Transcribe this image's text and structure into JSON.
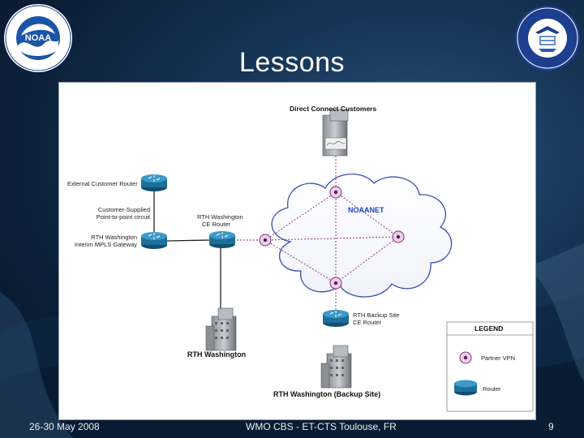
{
  "slide": {
    "title": "Lessons",
    "footer": {
      "date": "26-30 May 2008",
      "event": "WMO CBS - ET-CTS Toulouse, FR",
      "page": "9"
    },
    "logos": {
      "noaa": {
        "icon": "noaa-logo",
        "text": "NOAA"
      },
      "commerce": {
        "icon": "department-of-commerce-seal"
      }
    }
  },
  "diagram": {
    "labels": {
      "direct_connect": "Direct Connect Customers",
      "external_router": "External Customer Router",
      "customer_supplied_1": "Customer-Supplied",
      "customer_supplied_2": "Point-to-point circuit",
      "rth_ce_1": "RTH Washington",
      "rth_ce_2": "CE Router",
      "interim_1": "RTH Washington",
      "interim_2": "Interim MPLS Gateway",
      "noaanet": "NOAANET",
      "backup_ce_1": "RTH Backup Site",
      "backup_ce_2": "CE Router",
      "rth_washington": "RTH Washington",
      "rth_backup": "RTH Washington (Backup Site)"
    },
    "legend": {
      "title": "LEGEND",
      "items": [
        {
          "icon": "partner-vpn-icon",
          "label": "Partner VPN"
        },
        {
          "icon": "router-icon",
          "label": "Router"
        }
      ]
    },
    "colors": {
      "noaanet": "#1f3fbf",
      "vpn_link": "#8a2a7a",
      "router": "#1c6f9a"
    }
  }
}
